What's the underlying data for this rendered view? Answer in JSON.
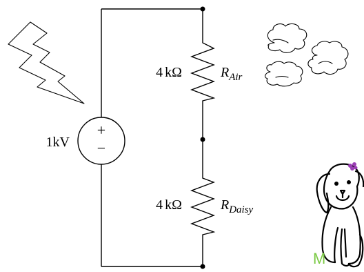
{
  "source": {
    "value": "1kV",
    "plus": "+",
    "minus": "−"
  },
  "resistors": [
    {
      "value": "4",
      "unit": "kΩ",
      "name_main": "R",
      "name_sub": "Air"
    },
    {
      "value": "4",
      "unit": "kΩ",
      "name_main": "R",
      "name_sub": "Daisy"
    }
  ],
  "doodles": {
    "lightning": "lightning-bolt-icon",
    "clouds": "cloud-icon",
    "dog": "dog-drawing",
    "dog_signature": "M",
    "bow_color": "#9b3fb5",
    "signature_color": "#7ac943"
  }
}
